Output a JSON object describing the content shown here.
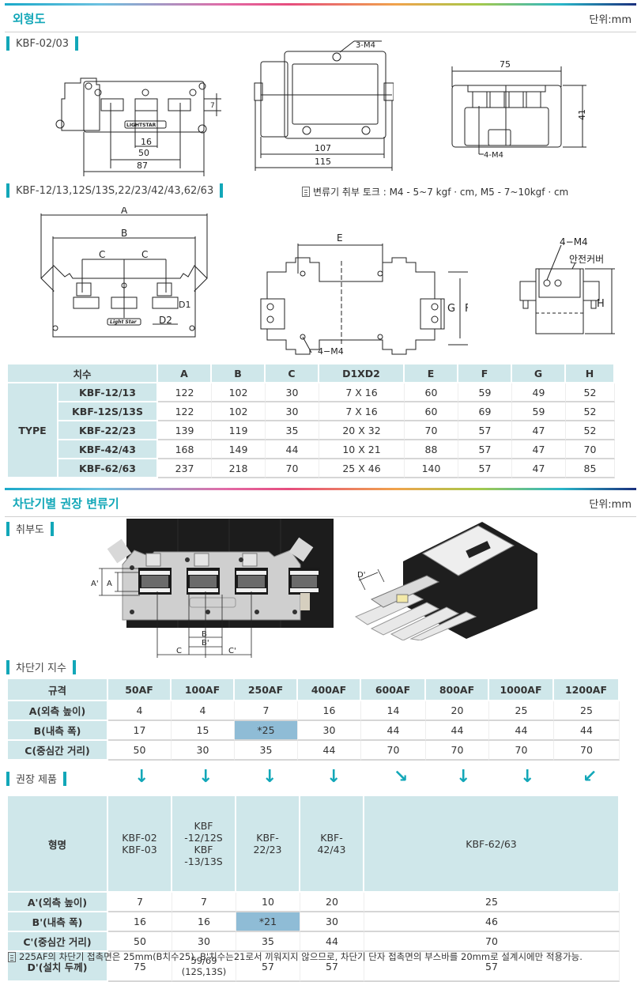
{
  "section1": {
    "title": "외형도",
    "unit": "단위:mm",
    "kbf02": {
      "label": "KBF-02/03",
      "front": {
        "dims": [
          "16",
          "50",
          "87",
          "7"
        ],
        "logo": "LIGHTSTAR"
      },
      "side": {
        "screw": "3-M4",
        "dims": [
          "107",
          "115"
        ]
      },
      "top": {
        "screw": "4-M4",
        "dims": [
          "75",
          "41"
        ]
      }
    },
    "kbf12": {
      "label": "KBF-12/13,12S/13S,22/23/42/43,62/63",
      "torque_note": "변류기 취부 토크 : M4 - 5~7 kgf · cm,  M5 - 7~10kgf · cm",
      "front": {
        "dims": [
          "A",
          "B",
          "C",
          "C",
          "D1",
          "D2"
        ],
        "logo": "Light Star"
      },
      "side": {
        "dims": [
          "E",
          "G",
          "F"
        ],
        "screw": "4−M4"
      },
      "end": {
        "screw": "4−M4",
        "cover": "안전커버",
        "dim": "H"
      }
    },
    "dim_table": {
      "header_label": "치수",
      "group_label": "TYPE",
      "columns": [
        "A",
        "B",
        "C",
        "D1XD2",
        "E",
        "F",
        "G",
        "H"
      ],
      "rows": [
        {
          "type": "KBF-12/13",
          "values": [
            "122",
            "102",
            "30",
            "7 X 16",
            "60",
            "59",
            "49",
            "52"
          ]
        },
        {
          "type": "KBF-12S/13S",
          "values": [
            "122",
            "102",
            "30",
            "7 X 16",
            "60",
            "69",
            "59",
            "52"
          ]
        },
        {
          "type": "KBF-22/23",
          "values": [
            "139",
            "119",
            "35",
            "20 X 32",
            "70",
            "57",
            "47",
            "52"
          ]
        },
        {
          "type": "KBF-42/43",
          "values": [
            "168",
            "149",
            "44",
            "10 X 21",
            "88",
            "57",
            "47",
            "70"
          ]
        },
        {
          "type": "KBF-62/63",
          "values": [
            "237",
            "218",
            "70",
            "25 X 46",
            "140",
            "57",
            "47",
            "85"
          ]
        }
      ]
    }
  },
  "section2": {
    "title": "차단기별 권장 변류기",
    "unit": "단위:mm",
    "mount_label": "취부도",
    "photo_labels": {
      "a_prime": "A'",
      "a": "A",
      "b": "B",
      "b_prime": "B'",
      "c": "C",
      "c_prime": "C'",
      "d_prime": "D'"
    },
    "breaker_label": "차단기 지수",
    "breaker_table": {
      "header_label": "규격",
      "columns": [
        "50AF",
        "100AF",
        "250AF",
        "400AF",
        "600AF",
        "800AF",
        "1000AF",
        "1200AF"
      ],
      "rows": [
        {
          "label": "A(외측 높이)",
          "values": [
            "4",
            "4",
            "7",
            "16",
            "14",
            "20",
            "25",
            "25"
          ]
        },
        {
          "label": "B(내측 폭)",
          "values": [
            "17",
            "15",
            "*25",
            "30",
            "44",
            "44",
            "44",
            "44"
          ]
        },
        {
          "label": "C(중심간 거리)",
          "values": [
            "50",
            "30",
            "35",
            "44",
            "70",
            "70",
            "70",
            "70"
          ]
        }
      ]
    },
    "recommend_label": "권장 제품",
    "arrows": [
      "↓",
      "↓",
      "↓",
      "↓",
      "↘",
      "↓",
      "↓",
      "↙"
    ],
    "product_table": {
      "header_label": "형명",
      "columns": [
        "KBF-02\nKBF-03",
        "KBF\n-12/12S\nKBF\n-13/13S",
        "KBF-\n22/23",
        "KBF-\n42/43",
        "KBF-62/63"
      ],
      "rows": [
        {
          "label": "A'(외측 높이)",
          "values": [
            "7",
            "7",
            "10",
            "20",
            "25"
          ]
        },
        {
          "label": "B'(내측 폭)",
          "values": [
            "16",
            "16",
            "*21",
            "30",
            "46"
          ]
        },
        {
          "label": "C'(중심간 거리)",
          "values": [
            "50",
            "30",
            "35",
            "44",
            "70"
          ]
        },
        {
          "label": "D'(설치 두께)",
          "values": [
            "75",
            "59/69\n(12S,13S)",
            "57",
            "57",
            "57"
          ]
        }
      ]
    },
    "footnote": "225AF의 차단기 접촉면은 25mm(B치수25), B'치수는21로서 끼워지지 않으므로, 차단기 단자 접촉면의 부스바를 20mm로 설계시에만 적용가능."
  },
  "colors": {
    "accent": "#12a7b8",
    "header_bg": "#cfe7ea",
    "highlight": "#8fbcd6"
  }
}
